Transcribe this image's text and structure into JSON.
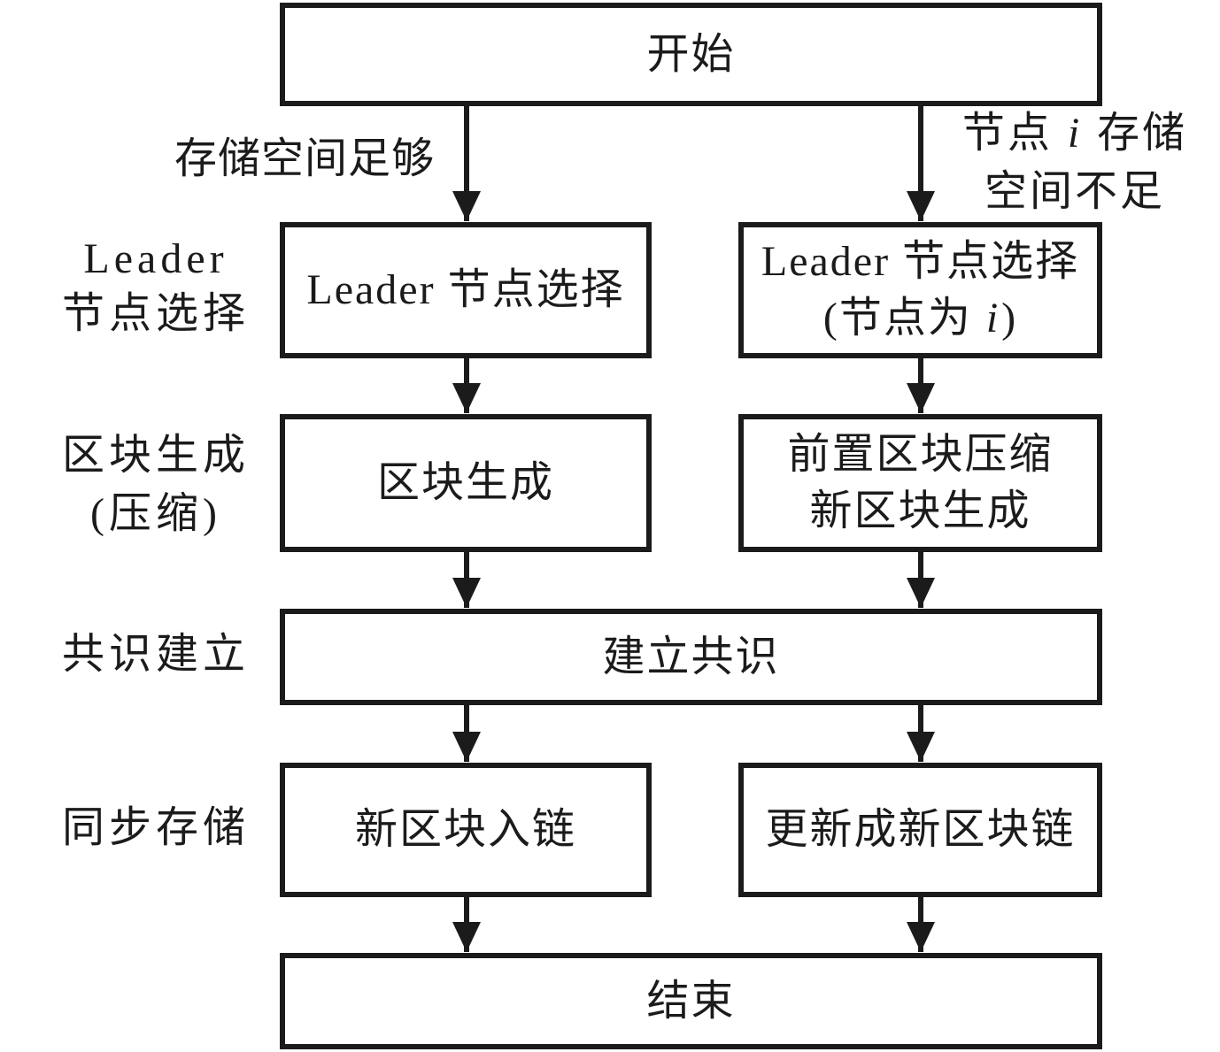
{
  "nodes": {
    "start": "开始",
    "leader_select_left": "Leader 节点选择",
    "leader_select_right": {
      "line1": "Leader 节点选择",
      "line2_pre": "(节点为 ",
      "line2_i": "i",
      "line2_post": ")"
    },
    "block_generate_left": "区块生成",
    "block_generate_right": {
      "line1": "前置区块压缩",
      "line2": "新区块生成"
    },
    "consensus": "建立共识",
    "chain_left": "新区块入链",
    "chain_right": "更新成新区块链",
    "end": "结束"
  },
  "edge_labels": {
    "left_branch": "存储空间足够",
    "right_branch": {
      "line1_pre": "节点 ",
      "line1_i": "i",
      "line1_post": " 存储",
      "line2": "空间不足"
    }
  },
  "stage_labels": [
    {
      "line1": "Leader",
      "line2": "节点选择"
    },
    {
      "line1": "区块生成",
      "line2": "(压缩)"
    },
    {
      "line1": "共识建立",
      "line2": ""
    },
    {
      "line1": "同步存储",
      "line2": ""
    }
  ],
  "colors": {
    "ink": "#1b1b1b",
    "background": "#ffffff"
  }
}
